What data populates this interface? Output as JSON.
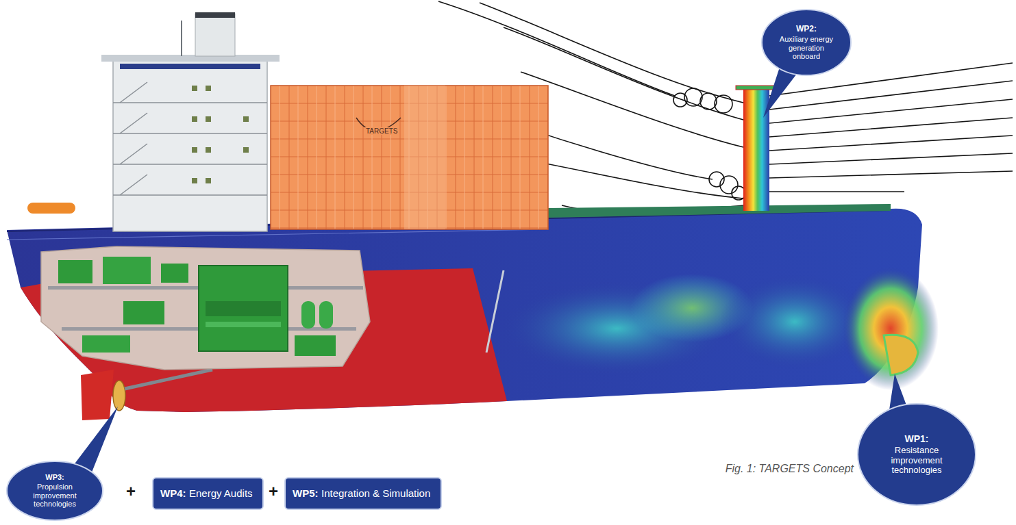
{
  "diagram": {
    "caption": "Fig. 1: TARGETS Concept",
    "nodes": [
      {
        "text": [
          "WP2:",
          "Auxiliary energy generation onboard"
        ]
      },
      {
        "text": [
          "WP1:",
          "Resistance improvement technologies"
        ]
      },
      {
        "text": [
          "WP3:",
          "Propulsion improvement technologies"
        ]
      },
      {
        "text": [
          "WP4:",
          "Energy Audits"
        ]
      },
      {
        "text": [
          "WP5:",
          "Integration & Simulation"
        ]
      }
    ],
    "labels": [
      "+",
      "+",
      "TARGETS"
    ]
  }
}
